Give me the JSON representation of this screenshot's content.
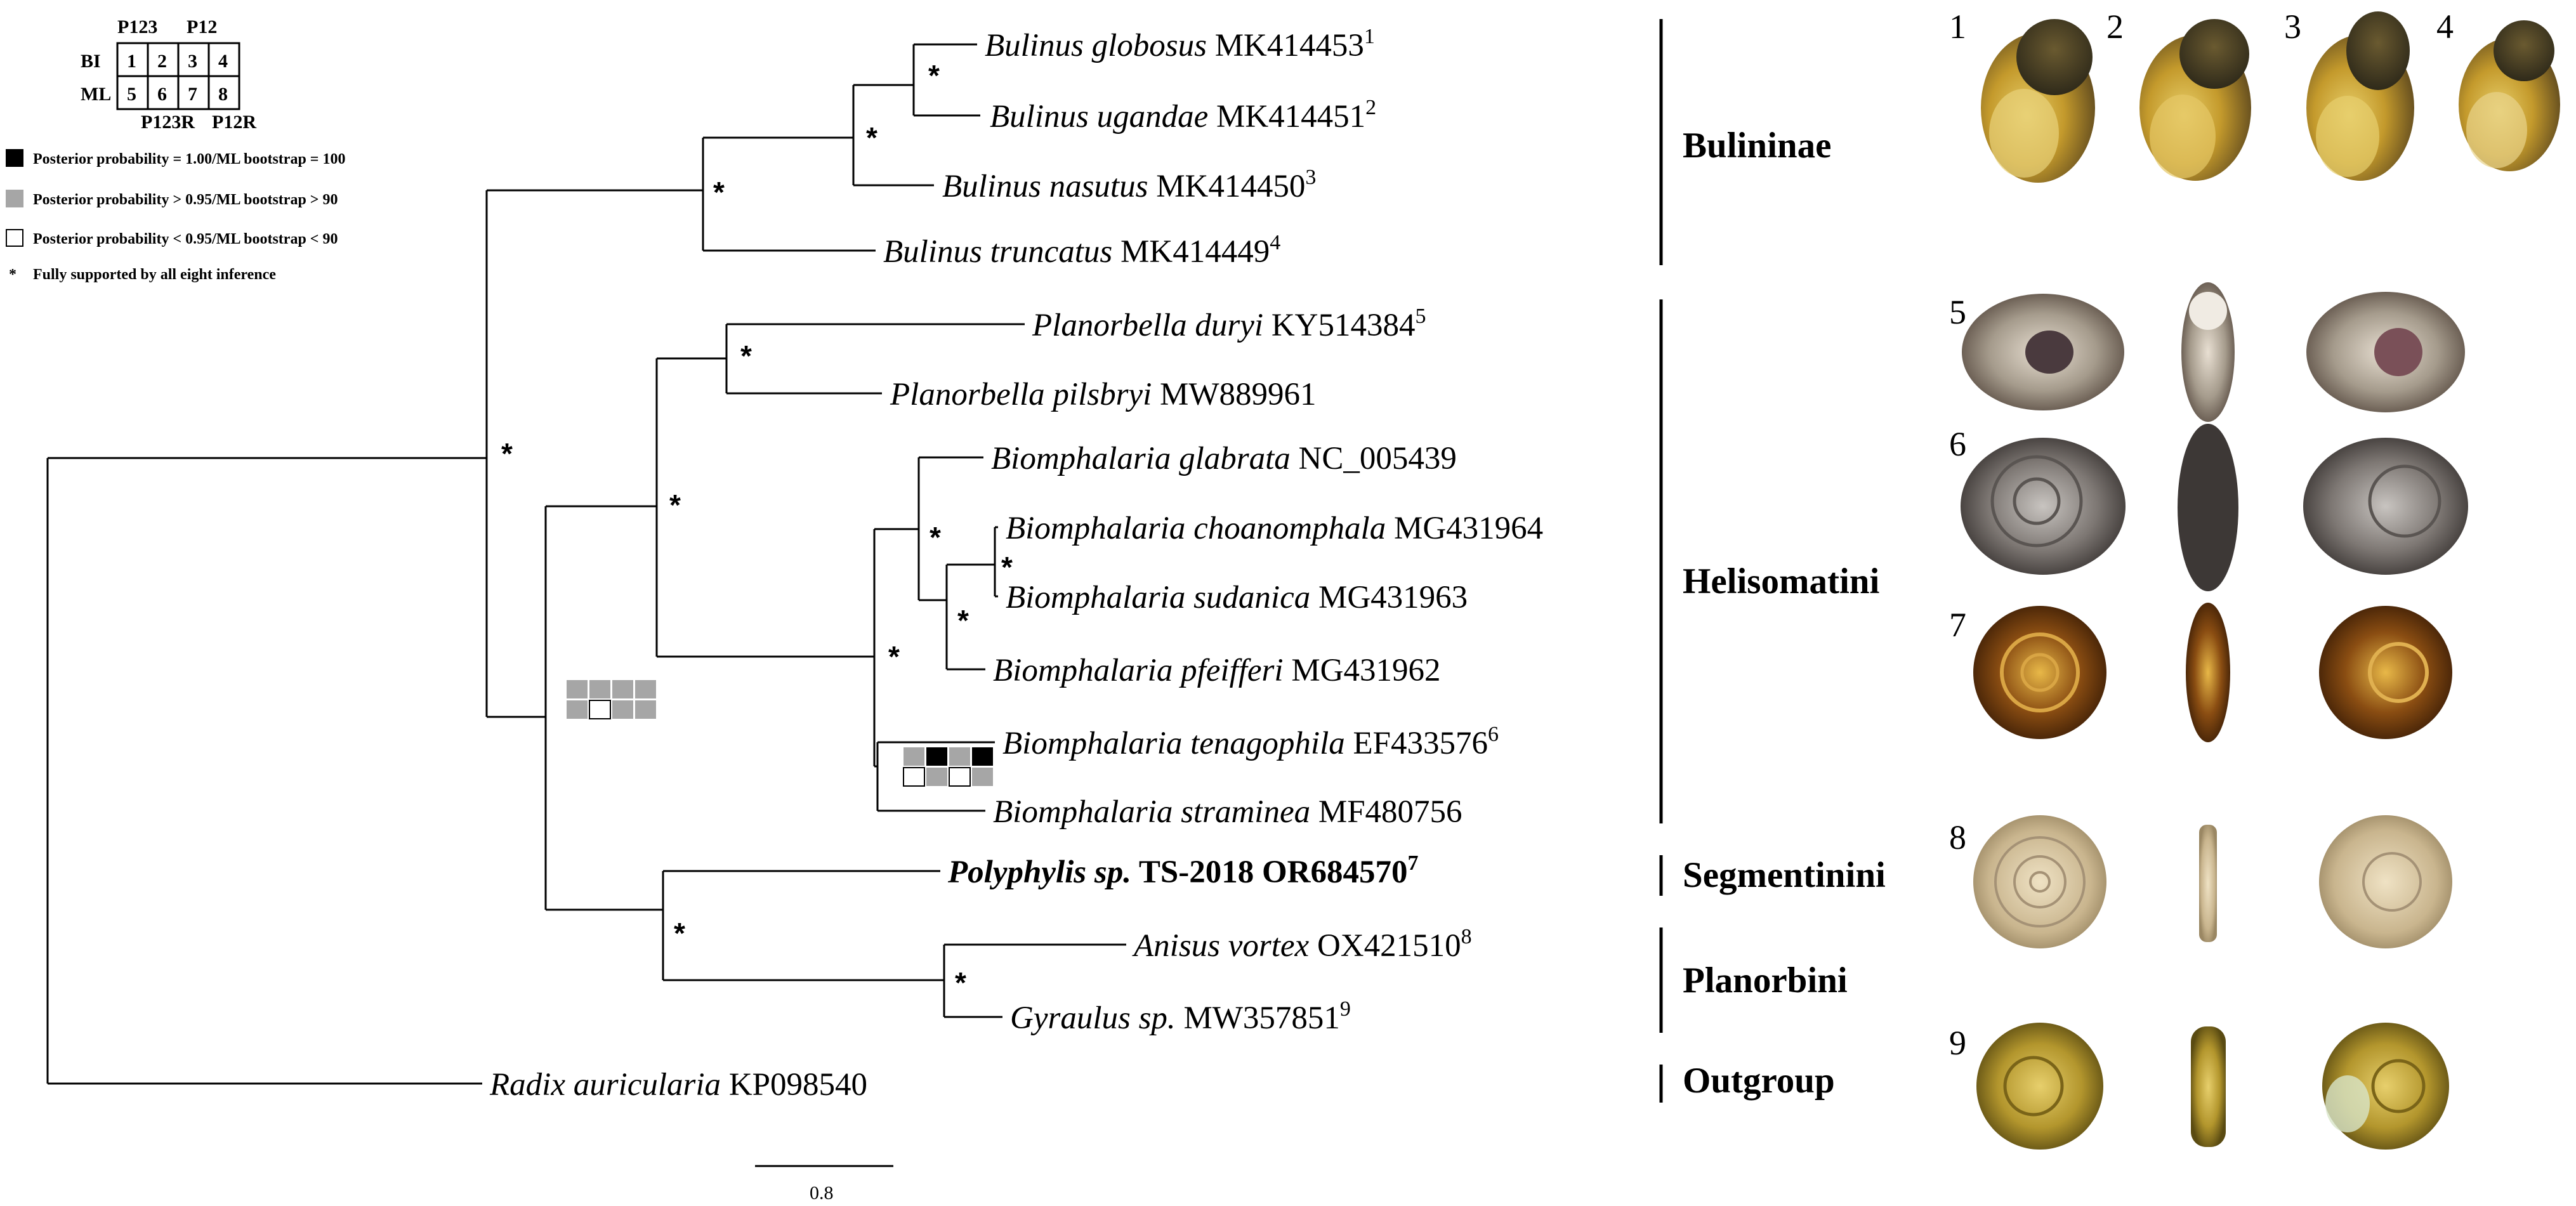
{
  "legend": {
    "grid": {
      "top_labels": [
        "P123",
        "P12"
      ],
      "bottom_labels": [
        "P123R",
        "P12R"
      ],
      "row_labels": [
        "BI",
        "ML"
      ],
      "row1_numbers": [
        "1",
        "2",
        "3",
        "4"
      ],
      "row2_numbers": [
        "5",
        "6",
        "7",
        "8"
      ]
    },
    "items": [
      {
        "swatch": "black",
        "color": "#000000",
        "text": "Posterior probability = 1.00/ML bootstrap = 100"
      },
      {
        "swatch": "gray",
        "color": "#a6a6a6",
        "text": "Posterior probability > 0.95/ML bootstrap > 90"
      },
      {
        "swatch": "white",
        "color": "#ffffff",
        "text": "Posterior probability < 0.95/ML bootstrap < 90"
      },
      {
        "swatch": "star",
        "text": "Fully supported by all eight inference"
      }
    ]
  },
  "taxa": [
    {
      "genus": "Bulinus globosus",
      "acc": "MK414453",
      "sup": "1"
    },
    {
      "genus": "Bulinus ugandae",
      "acc": "MK414451",
      "sup": "2"
    },
    {
      "genus": "Bulinus nasutus",
      "acc": "MK414450",
      "sup": "3"
    },
    {
      "genus": "Bulinus truncatus",
      "acc": "MK414449",
      "sup": "4"
    },
    {
      "genus": "Planorbella duryi",
      "acc": "KY514384",
      "sup": "5"
    },
    {
      "genus": "Planorbella pilsbryi",
      "acc": "MW889961",
      "sup": ""
    },
    {
      "genus": "Biomphalaria glabrata",
      "acc": "NC_005439",
      "sup": ""
    },
    {
      "genus": "Biomphalaria choanomphala",
      "acc": "MG431964",
      "sup": ""
    },
    {
      "genus": "Biomphalaria sudanica",
      "acc": "MG431963",
      "sup": ""
    },
    {
      "genus": "Biomphalaria pfeifferi",
      "acc": "MG431962",
      "sup": ""
    },
    {
      "genus": "Biomphalaria tenagophila",
      "acc": "EF433576",
      "sup": "6"
    },
    {
      "genus": "Biomphalaria straminea",
      "acc": "MF480756",
      "sup": ""
    },
    {
      "genus": "Polyphylis sp.",
      "acc": "TS-2018 OR684570",
      "sup": "7"
    },
    {
      "genus": "Anisus vortex",
      "acc": "OX421510",
      "sup": "8"
    },
    {
      "genus": "Gyraulus sp.",
      "acc": "MW357851",
      "sup": "9"
    },
    {
      "genus": "Radix auricularia",
      "acc": "KP098540",
      "sup": ""
    }
  ],
  "support_star": "*",
  "clades": [
    "Bulininae",
    "Helisomatini",
    "Segmentinini",
    "Planorbini",
    "Outgroup"
  ],
  "scale_bar": "0.8",
  "support_boxes": {
    "node_a": {
      "top": [
        "gray",
        "gray",
        "gray",
        "gray"
      ],
      "bottom": [
        "gray",
        "white",
        "gray",
        "gray"
      ]
    },
    "node_b": {
      "top": [
        "gray",
        "black",
        "gray",
        "black"
      ],
      "bottom": [
        "white",
        "gray",
        "white",
        "gray"
      ]
    }
  },
  "shell_numbers": [
    "1",
    "2",
    "3",
    "4",
    "5",
    "6",
    "7",
    "8",
    "9"
  ]
}
